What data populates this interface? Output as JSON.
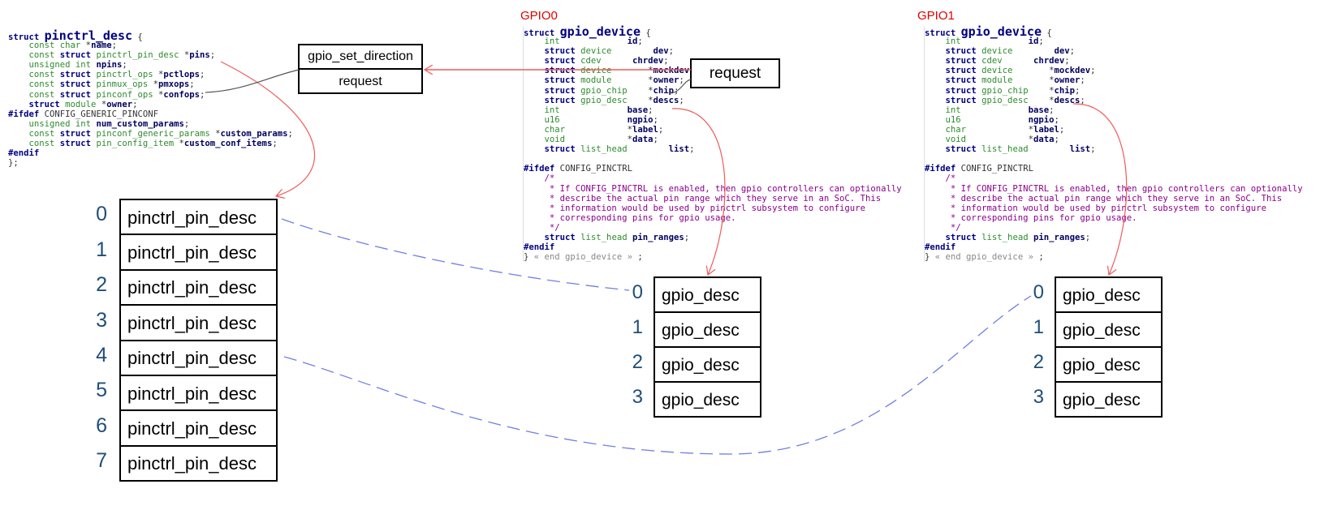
{
  "pinctrl_desc": {
    "lines": [
      [
        [
          "kw",
          "struct "
        ],
        [
          "sn",
          "pinctrl_desc"
        ],
        [
          "pn",
          " {"
        ]
      ],
      [
        [
          "pn",
          "    "
        ],
        [
          "ty",
          "const char"
        ],
        [
          "pn",
          " *"
        ],
        [
          "id",
          "name"
        ],
        [
          "pn",
          ";"
        ]
      ],
      [
        [
          "pn",
          "    "
        ],
        [
          "ty",
          "const "
        ],
        [
          "kw",
          "struct "
        ],
        [
          "ty",
          "pinctrl_pin_desc"
        ],
        [
          "pn",
          " *"
        ],
        [
          "id",
          "pins"
        ],
        [
          "pn",
          ";"
        ]
      ],
      [
        [
          "pn",
          "    "
        ],
        [
          "ty",
          "unsigned int"
        ],
        [
          "pn",
          " "
        ],
        [
          "id",
          "npins"
        ],
        [
          "pn",
          ";"
        ]
      ],
      [
        [
          "pn",
          "    "
        ],
        [
          "ty",
          "const "
        ],
        [
          "kw",
          "struct "
        ],
        [
          "ty",
          "pinctrl_ops"
        ],
        [
          "pn",
          " *"
        ],
        [
          "id",
          "pctlops"
        ],
        [
          "pn",
          ";"
        ]
      ],
      [
        [
          "pn",
          "    "
        ],
        [
          "ty",
          "const "
        ],
        [
          "kw",
          "struct "
        ],
        [
          "ty",
          "pinmux_ops"
        ],
        [
          "pn",
          " *"
        ],
        [
          "id",
          "pmxops"
        ],
        [
          "pn",
          ";"
        ]
      ],
      [
        [
          "pn",
          "    "
        ],
        [
          "ty",
          "const "
        ],
        [
          "kw",
          "struct "
        ],
        [
          "ty",
          "pinconf_ops"
        ],
        [
          "pn",
          " *"
        ],
        [
          "id",
          "confops"
        ],
        [
          "pn",
          ";"
        ]
      ],
      [
        [
          "pn",
          "    "
        ],
        [
          "kw",
          "struct "
        ],
        [
          "ty",
          "module"
        ],
        [
          "pn",
          " *"
        ],
        [
          "id",
          "owner"
        ],
        [
          "pn",
          ";"
        ]
      ],
      [
        [
          "pp",
          "#ifdef"
        ],
        [
          "pn",
          " CONFIG_GENERIC_PINCONF"
        ]
      ],
      [
        [
          "pn",
          "    "
        ],
        [
          "ty",
          "unsigned int"
        ],
        [
          "pn",
          " "
        ],
        [
          "id",
          "num_custom_params"
        ],
        [
          "pn",
          ";"
        ]
      ],
      [
        [
          "pn",
          "    "
        ],
        [
          "ty",
          "const "
        ],
        [
          "kw",
          "struct "
        ],
        [
          "ty",
          "pinconf_generic_params"
        ],
        [
          "pn",
          " *"
        ],
        [
          "id",
          "custom_params"
        ],
        [
          "pn",
          ";"
        ]
      ],
      [
        [
          "pn",
          "    "
        ],
        [
          "ty",
          "const "
        ],
        [
          "kw",
          "struct "
        ],
        [
          "ty",
          "pin_config_item"
        ],
        [
          "pn",
          " *"
        ],
        [
          "id",
          "custom_conf_items"
        ],
        [
          "pn",
          ";"
        ]
      ],
      [
        [
          "pp",
          "#endif"
        ]
      ],
      [
        [
          "pn",
          "};"
        ]
      ]
    ]
  },
  "gpio0": {
    "title": "GPIO0",
    "lines": [
      [
        [
          "kw",
          "struct "
        ],
        [
          "sn",
          "gpio_device"
        ],
        [
          "pn",
          " {"
        ]
      ],
      [
        [
          "pn",
          "    "
        ],
        [
          "ty",
          "int"
        ],
        [
          "pn",
          "             "
        ],
        [
          "id",
          "id"
        ],
        [
          "pn",
          ";"
        ]
      ],
      [
        [
          "pn",
          "    "
        ],
        [
          "kw",
          "struct "
        ],
        [
          "ty",
          "device"
        ],
        [
          "pn",
          "        "
        ],
        [
          "id",
          "dev"
        ],
        [
          "pn",
          ";"
        ]
      ],
      [
        [
          "pn",
          "    "
        ],
        [
          "kw",
          "struct "
        ],
        [
          "ty",
          "cdev"
        ],
        [
          "pn",
          "      "
        ],
        [
          "id",
          "chrdev"
        ],
        [
          "pn",
          ";"
        ]
      ],
      [
        [
          "pn",
          "    "
        ],
        [
          "kw",
          "struct "
        ],
        [
          "ty",
          "device"
        ],
        [
          "pn",
          "       *"
        ],
        [
          "id",
          "mockdev"
        ],
        [
          "pn",
          ";"
        ]
      ],
      [
        [
          "pn",
          "    "
        ],
        [
          "kw",
          "struct "
        ],
        [
          "ty",
          "module"
        ],
        [
          "pn",
          "       *"
        ],
        [
          "id",
          "owner"
        ],
        [
          "pn",
          ";"
        ]
      ],
      [
        [
          "pn",
          "    "
        ],
        [
          "kw",
          "struct "
        ],
        [
          "ty",
          "gpio_chip"
        ],
        [
          "pn",
          "    *"
        ],
        [
          "id",
          "chip"
        ],
        [
          "pn",
          ";"
        ]
      ],
      [
        [
          "pn",
          "    "
        ],
        [
          "kw",
          "struct "
        ],
        [
          "ty",
          "gpio_desc"
        ],
        [
          "pn",
          "    *"
        ],
        [
          "id",
          "descs"
        ],
        [
          "pn",
          ";"
        ]
      ],
      [
        [
          "pn",
          "    "
        ],
        [
          "ty",
          "int"
        ],
        [
          "pn",
          "             "
        ],
        [
          "id",
          "base"
        ],
        [
          "pn",
          ";"
        ]
      ],
      [
        [
          "pn",
          "    "
        ],
        [
          "ty",
          "u16"
        ],
        [
          "pn",
          "             "
        ],
        [
          "id",
          "ngpio"
        ],
        [
          "pn",
          ";"
        ]
      ],
      [
        [
          "pn",
          "    "
        ],
        [
          "ty",
          "char"
        ],
        [
          "pn",
          "            *"
        ],
        [
          "id",
          "label"
        ],
        [
          "pn",
          ";"
        ]
      ],
      [
        [
          "pn",
          "    "
        ],
        [
          "ty",
          "void"
        ],
        [
          "pn",
          "            *"
        ],
        [
          "id",
          "data"
        ],
        [
          "pn",
          ";"
        ]
      ],
      [
        [
          "pn",
          "    "
        ],
        [
          "kw",
          "struct "
        ],
        [
          "ty",
          "list_head"
        ],
        [
          "pn",
          "        "
        ],
        [
          "id",
          "list"
        ],
        [
          "pn",
          ";"
        ]
      ],
      [
        [
          "pn",
          ""
        ]
      ],
      [
        [
          "pp",
          "#ifdef"
        ],
        [
          "pn",
          " CONFIG_PINCTRL"
        ]
      ],
      [
        [
          "cm",
          "    /*"
        ]
      ],
      [
        [
          "cm",
          "     * If CONFIG_PINCTRL is enabled, then gpio controllers can optionally"
        ]
      ],
      [
        [
          "cm",
          "     * describe the actual pin range which they serve in an SoC. This"
        ]
      ],
      [
        [
          "cm",
          "     * information would be used by pinctrl subsystem to configure"
        ]
      ],
      [
        [
          "cm",
          "     * corresponding pins for gpio usage."
        ]
      ],
      [
        [
          "cm",
          "     */"
        ]
      ],
      [
        [
          "pn",
          "    "
        ],
        [
          "kw",
          "struct "
        ],
        [
          "ty",
          "list_head"
        ],
        [
          "pn",
          " "
        ],
        [
          "id",
          "pin_ranges"
        ],
        [
          "pn",
          ";"
        ]
      ],
      [
        [
          "pp",
          "#endif"
        ]
      ],
      [
        [
          "pn",
          "} "
        ],
        [
          "gr",
          "« end gpio_device »"
        ],
        [
          "pn",
          " ;"
        ]
      ]
    ]
  },
  "gpio1": {
    "title": "GPIO1",
    "lines": [
      [
        [
          "kw",
          "struct "
        ],
        [
          "sn",
          "gpio_device"
        ],
        [
          "pn",
          " {"
        ]
      ],
      [
        [
          "pn",
          "    "
        ],
        [
          "ty",
          "int"
        ],
        [
          "pn",
          "             "
        ],
        [
          "id",
          "id"
        ],
        [
          "pn",
          ";"
        ]
      ],
      [
        [
          "pn",
          "    "
        ],
        [
          "kw",
          "struct "
        ],
        [
          "ty",
          "device"
        ],
        [
          "pn",
          "        "
        ],
        [
          "id",
          "dev"
        ],
        [
          "pn",
          ";"
        ]
      ],
      [
        [
          "pn",
          "    "
        ],
        [
          "kw",
          "struct "
        ],
        [
          "ty",
          "cdev"
        ],
        [
          "pn",
          "      "
        ],
        [
          "id",
          "chrdev"
        ],
        [
          "pn",
          ";"
        ]
      ],
      [
        [
          "pn",
          "    "
        ],
        [
          "kw",
          "struct "
        ],
        [
          "ty",
          "device"
        ],
        [
          "pn",
          "       *"
        ],
        [
          "id",
          "mockdev"
        ],
        [
          "pn",
          ";"
        ]
      ],
      [
        [
          "pn",
          "    "
        ],
        [
          "kw",
          "struct "
        ],
        [
          "ty",
          "module"
        ],
        [
          "pn",
          "       *"
        ],
        [
          "id",
          "owner"
        ],
        [
          "pn",
          ";"
        ]
      ],
      [
        [
          "pn",
          "    "
        ],
        [
          "kw",
          "struct "
        ],
        [
          "ty",
          "gpio_chip"
        ],
        [
          "pn",
          "    *"
        ],
        [
          "id",
          "chip"
        ],
        [
          "pn",
          ";"
        ]
      ],
      [
        [
          "pn",
          "    "
        ],
        [
          "kw",
          "struct "
        ],
        [
          "ty",
          "gpio_desc"
        ],
        [
          "pn",
          "    *"
        ],
        [
          "id",
          "descs"
        ],
        [
          "pn",
          ";"
        ]
      ],
      [
        [
          "pn",
          "    "
        ],
        [
          "ty",
          "int"
        ],
        [
          "pn",
          "             "
        ],
        [
          "id",
          "base"
        ],
        [
          "pn",
          ";"
        ]
      ],
      [
        [
          "pn",
          "    "
        ],
        [
          "ty",
          "u16"
        ],
        [
          "pn",
          "             "
        ],
        [
          "id",
          "ngpio"
        ],
        [
          "pn",
          ";"
        ]
      ],
      [
        [
          "pn",
          "    "
        ],
        [
          "ty",
          "char"
        ],
        [
          "pn",
          "            *"
        ],
        [
          "id",
          "label"
        ],
        [
          "pn",
          ";"
        ]
      ],
      [
        [
          "pn",
          "    "
        ],
        [
          "ty",
          "void"
        ],
        [
          "pn",
          "            *"
        ],
        [
          "id",
          "data"
        ],
        [
          "pn",
          ";"
        ]
      ],
      [
        [
          "pn",
          "    "
        ],
        [
          "kw",
          "struct "
        ],
        [
          "ty",
          "list_head"
        ],
        [
          "pn",
          "        "
        ],
        [
          "id",
          "list"
        ],
        [
          "pn",
          ";"
        ]
      ],
      [
        [
          "pn",
          ""
        ]
      ],
      [
        [
          "pp",
          "#ifdef"
        ],
        [
          "pn",
          " CONFIG_PINCTRL"
        ]
      ],
      [
        [
          "cm",
          "    /*"
        ]
      ],
      [
        [
          "cm",
          "     * If CONFIG_PINCTRL is enabled, then gpio controllers can optionally"
        ]
      ],
      [
        [
          "cm",
          "     * describe the actual pin range which they serve in an SoC. This"
        ]
      ],
      [
        [
          "cm",
          "     * information would be used by pinctrl subsystem to configure"
        ]
      ],
      [
        [
          "cm",
          "     * corresponding pins for gpio usage."
        ]
      ],
      [
        [
          "cm",
          "     */"
        ]
      ],
      [
        [
          "pn",
          "    "
        ],
        [
          "kw",
          "struct "
        ],
        [
          "ty",
          "list_head"
        ],
        [
          "pn",
          " "
        ],
        [
          "id",
          "pin_ranges"
        ],
        [
          "pn",
          ";"
        ]
      ],
      [
        [
          "pp",
          "#endif"
        ]
      ],
      [
        [
          "pn",
          "} "
        ],
        [
          "gr",
          "« end gpio_device »"
        ],
        [
          "pn",
          " ;"
        ]
      ]
    ]
  },
  "pin_array": {
    "label": "pinctrl_pin_desc",
    "indices": [
      "0",
      "1",
      "2",
      "3",
      "4",
      "5",
      "6",
      "7"
    ]
  },
  "gpio0_array": {
    "label": "gpio_desc",
    "indices": [
      "0",
      "1",
      "2",
      "3"
    ]
  },
  "gpio1_array": {
    "label": "gpio_desc",
    "indices": [
      "0",
      "1",
      "2",
      "3"
    ]
  },
  "pmxops_box": {
    "top": "gpio_set_direction",
    "bottom": "request"
  },
  "chip_box": {
    "label": "request"
  },
  "colors": {
    "red_arrow": "#f05a5a",
    "blue_dash": "#6f7fe0",
    "gray_line": "#555555",
    "index_blue": "#1f4e79"
  }
}
